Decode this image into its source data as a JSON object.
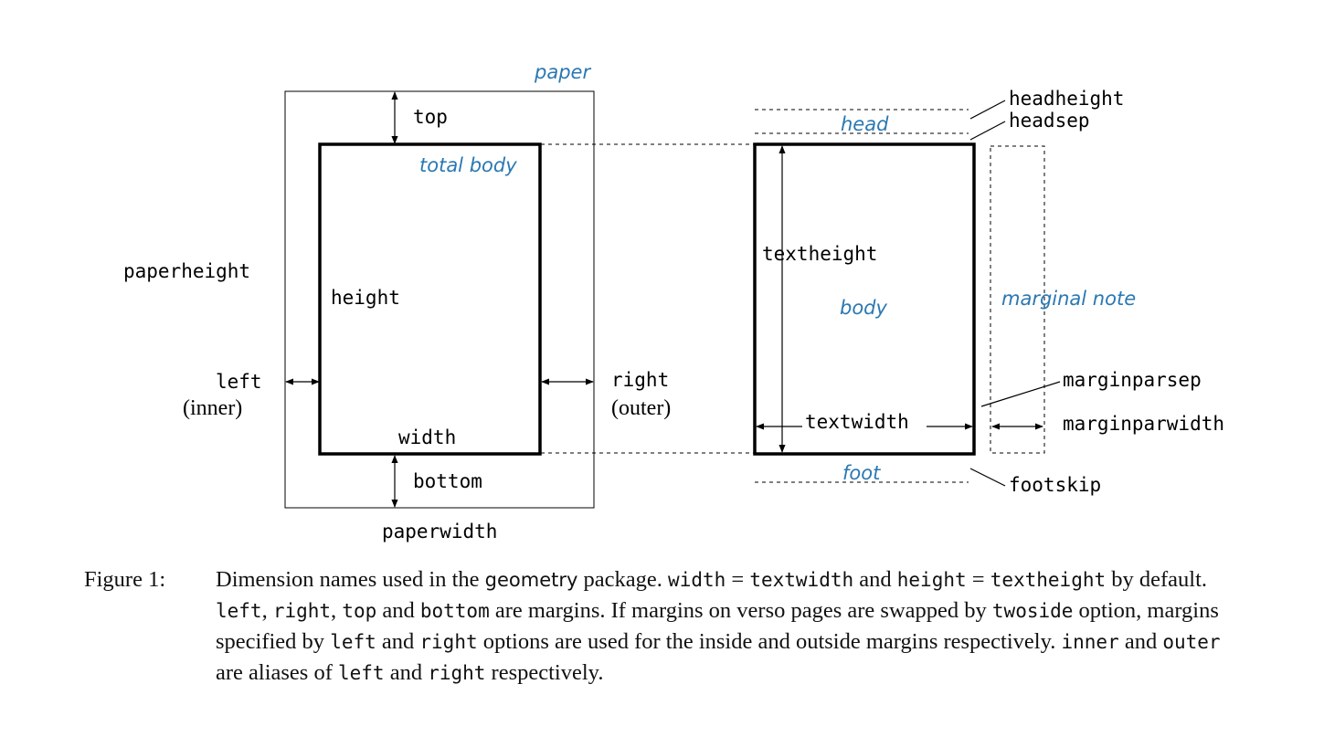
{
  "accent_color": "#2a78b2",
  "labels": {
    "paper": "paper",
    "top": "top",
    "total_body": "total body",
    "paperheight": "paperheight",
    "height": "height",
    "left": "left",
    "inner": "(inner)",
    "right": "right",
    "outer": "(outer)",
    "width": "width",
    "bottom": "bottom",
    "paperwidth": "paperwidth",
    "headheight": "headheight",
    "headsep": "headsep",
    "head": "head",
    "textheight": "textheight",
    "body": "body",
    "marginal_note": "marginal note",
    "marginparsep": "marginparsep",
    "textwidth": "textwidth",
    "marginparwidth": "marginparwidth",
    "foot": "foot",
    "footskip": "footskip"
  },
  "caption": {
    "figure_label": "Figure 1:",
    "t1": "Dimension names used in the ",
    "pkg": "geometry",
    "t2": " package. ",
    "c_width": "width",
    "t3": " = ",
    "c_textwidth": "textwidth",
    "t4": " and ",
    "c_height": "height",
    "t5": " = ",
    "c_textheight": "textheight",
    "t6": " by default. ",
    "c_left": "left",
    "t7": ", ",
    "c_right": "right",
    "t8": ", ",
    "c_top": "top",
    "t9": " and ",
    "c_bottom": "bottom",
    "t10": " are margins. If margins on verso pages are swapped by ",
    "c_twoside": "twoside",
    "t11": " option, margins specified by ",
    "c_left2": "left",
    "t12": " and ",
    "c_right2": "right",
    "t13": " options are used for the inside and outside margins respectively. ",
    "c_inner": "inner",
    "t14": " and ",
    "c_outer": "outer",
    "t15": " are aliases of ",
    "c_left3": "left",
    "t16": " and ",
    "c_right3": "right",
    "t17": " respectively."
  }
}
